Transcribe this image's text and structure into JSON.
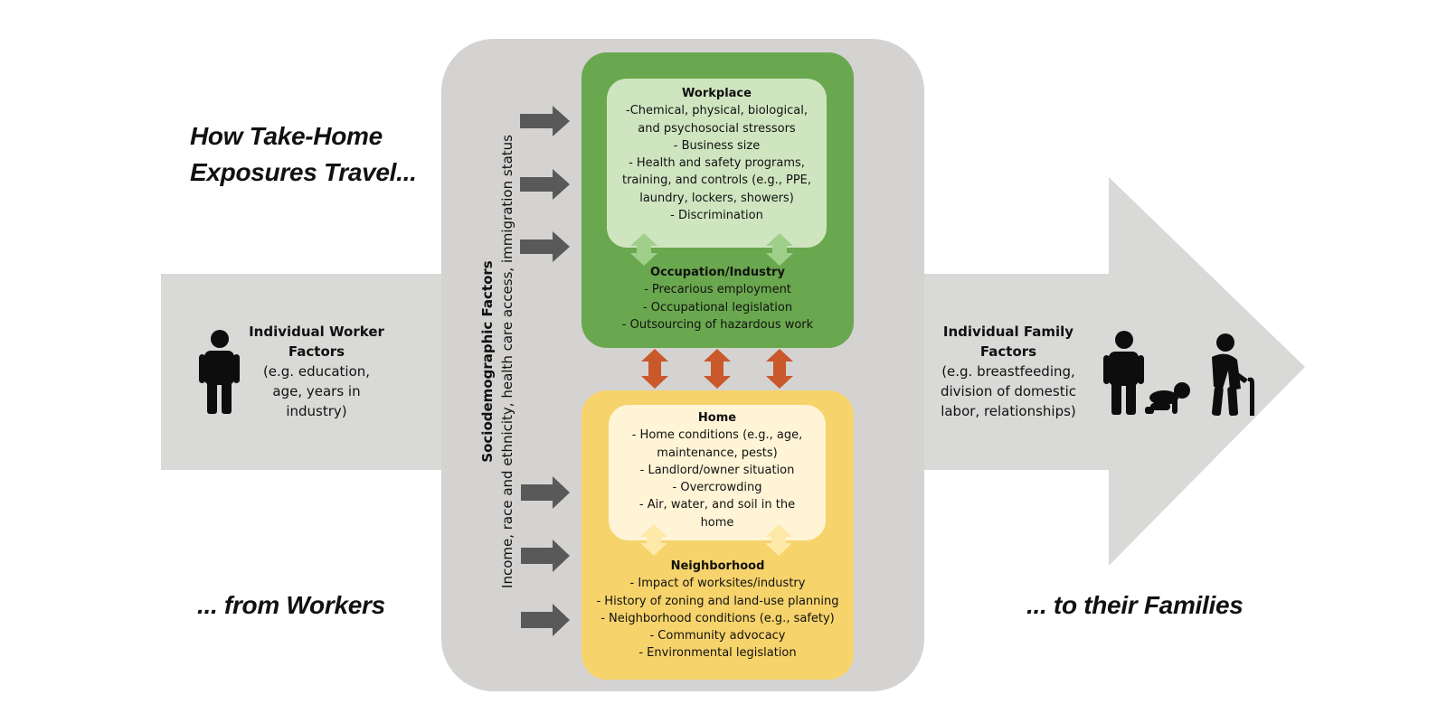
{
  "titles": {
    "top_left": [
      "How Take-Home",
      "Exposures Travel..."
    ],
    "bottom_left": "... from Workers",
    "bottom_right": "... to their Families"
  },
  "worker": {
    "title": [
      "Individual Worker",
      "Factors"
    ],
    "detail": [
      "(e.g. education,",
      "age, years in",
      "industry)"
    ]
  },
  "family": {
    "title": [
      "Individual Family",
      "Factors"
    ],
    "detail": [
      "(e.g. breastfeeding,",
      "division of domestic",
      "labor, relationships)"
    ]
  },
  "sociodemographic": {
    "title": "Sociodemographic Factors",
    "subtitle": "Income, race and ethnicity, health care access, immigration status"
  },
  "workplace": {
    "heading": "Workplace",
    "items": [
      "-Chemical, physical, biological,",
      "and psychosocial stressors",
      "- Business size",
      "- Health and safety programs,",
      "training, and controls (e.g., PPE,",
      "laundry, lockers, showers)",
      "- Discrimination"
    ]
  },
  "occupation": {
    "heading": "Occupation/Industry",
    "items": [
      "- Precarious employment",
      "- Occupational legislation",
      "- Outsourcing of hazardous work"
    ]
  },
  "home": {
    "heading": "Home",
    "items": [
      "- Home conditions (e.g., age,",
      "maintenance, pests)",
      "- Landlord/owner situation",
      "- Overcrowding",
      "- Air, water, and soil in the",
      "home"
    ]
  },
  "neighborhood": {
    "heading": "Neighborhood",
    "items": [
      "- Impact of worksites/industry",
      "- History of zoning and land-use planning",
      "- Neighborhood conditions (e.g., safety)",
      "- Community advocacy",
      "- Environmental legislation"
    ]
  },
  "colors": {
    "big_arrow": "#d9d9d7",
    "panel": "#d4d3d1",
    "green_outer": "#6aa84f",
    "green_inner": "#cfe5c0",
    "yellow_outer": "#f6d36b",
    "yellow_inner": "#fff4d6",
    "dark_arrow": "#595959",
    "orange_arrow": "#c9582b",
    "figure": "#0d0d0d"
  },
  "icons": [
    "worker-figure-icon",
    "adult-figure-icon",
    "crawling-baby-icon",
    "elderly-cane-figure-icon"
  ]
}
